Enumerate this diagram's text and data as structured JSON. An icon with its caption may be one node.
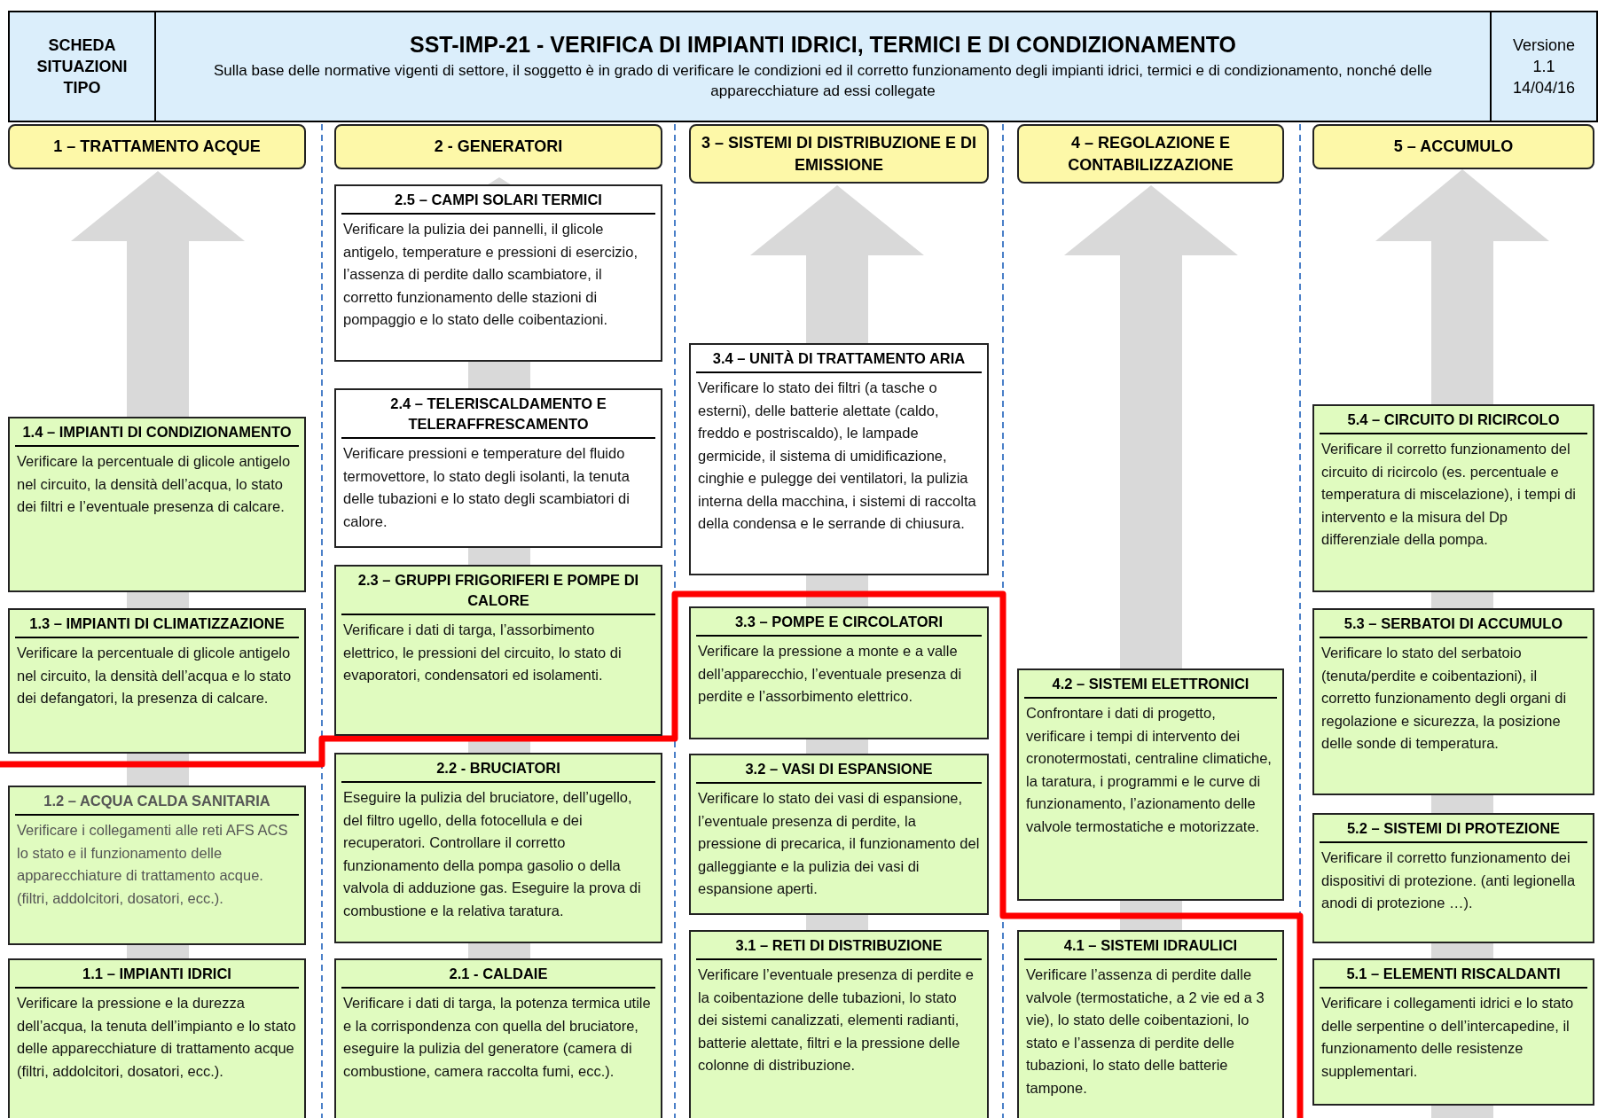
{
  "diagram": {
    "nodes": [
      {
        "text": [
          "SCHEDA SITUAZIONI TIPO"
        ]
      },
      {
        "text": [
          "SST-IMP-21 - VERIFICA DI IMPIANTI IDRICI, TERMICI E DI CONDIZIONAMENTO",
          "Sulla base delle normative vigenti di settore, il soggetto è in grado di verificare le condizioni ed il corretto funzionamento degli impianti idrici, termici e di condizionamento, nonché delle apparecchiature ad essi collegate"
        ]
      },
      {
        "text": [
          "Versione",
          "1.1",
          "14/04/16"
        ]
      },
      {
        "text": [
          "1 – TRATTAMENTO ACQUE"
        ]
      },
      {
        "text": [
          "1.4 – IMPIANTI DI CONDIZIONAMENTO",
          "Verificare la percentuale di glicole antigelo nel circuito, la densità dell’acqua, lo stato dei filtri e l’eventuale presenza di calcare."
        ]
      },
      {
        "text": [
          "1.3 – IMPIANTI DI CLIMATIZZAZIONE",
          "Verificare la percentuale di glicole antigelo nel circuito, la densità dell’acqua e lo stato dei defangatori, la presenza di calcare."
        ]
      },
      {
        "text": [
          "1.2 – ACQUA CALDA SANITARIA",
          "Verificare i collegamenti alle reti AFS ACS lo stato e il funzionamento delle apparecchiature di trattamento acque. (filtri, addolcitori, dosatori, ecc.)."
        ]
      },
      {
        "text": [
          "1.1 – IMPIANTI IDRICI",
          "Verificare la pressione e la durezza dell’acqua, la tenuta dell’impianto e lo stato delle apparecchiature di trattamento acque (filtri, addolcitori, dosatori, ecc.)."
        ]
      },
      {
        "text": [
          "2 - GENERATORI"
        ]
      },
      {
        "text": [
          "2.5 – CAMPI SOLARI TERMICI",
          "Verificare la pulizia dei pannelli, il glicole antigelo, temperature e pressioni di esercizio, l’assenza di perdite dallo scambiatore, il corretto funzionamento delle stazioni di pompaggio e lo stato delle coibentazioni."
        ]
      },
      {
        "text": [
          "2.4 – TELERISCALDAMENTO E TELERAFFRESCAMENTO",
          "Verificare pressioni e temperature del fluido termovettore, lo stato degli isolanti, la tenuta delle tubazioni e lo stato degli scambiatori di calore."
        ]
      },
      {
        "text": [
          "2.3 – GRUPPI FRIGORIFERI E POMPE DI CALORE",
          "Verificare i dati di targa, l’assorbimento elettrico, le pressioni del circuito, lo stato di evaporatori, condensatori ed isolamenti."
        ]
      },
      {
        "text": [
          "2.2 - BRUCIATORI",
          "Eseguire la pulizia del bruciatore, dell’ugello, del filtro ugello, della fotocellula e dei recuperatori. Controllare il corretto funzionamento della pompa gasolio o della valvola di adduzione gas. Eseguire la prova di combustione e la relativa taratura."
        ]
      },
      {
        "text": [
          "2.1 - CALDAIE",
          "Verificare i dati di targa, la potenza termica utile e la corrispondenza con quella del bruciatore, eseguire la pulizia del generatore (camera di combustione, camera raccolta fumi, ecc.)."
        ]
      },
      {
        "text": [
          "3 – SISTEMI DI DISTRIBUZIONE E DI EMISSIONE"
        ]
      },
      {
        "text": [
          "3.4 – UNITÀ DI TRATTAMENTO ARIA",
          "Verificare lo stato dei filtri (a tasche o esterni), delle batterie alettate (caldo, freddo e postriscaldo), le lampade germicide, il sistema di umidificazione, cinghie e pulegge dei ventilatori, la pulizia interna della macchina, i sistemi di raccolta della condensa e le serrande di chiusura."
        ]
      },
      {
        "text": [
          "3.3 – POMPE E CIRCOLATORI",
          "Verificare la pressione a monte e a valle dell’apparecchio, l’eventuale presenza di perdite e l’assorbimento elettrico."
        ]
      },
      {
        "text": [
          "3.2 – VASI DI ESPANSIONE",
          "Verificare lo stato dei vasi di espansione, l’eventuale presenza di perdite, la pressione di precarica, il funzionamento del galleggiante e la pulizia dei vasi di espansione aperti."
        ]
      },
      {
        "text": [
          "3.1 – RETI DI DISTRIBUZIONE",
          "Verificare l’eventuale presenza di perdite e la coibentazione delle tubazioni, lo stato dei sistemi canalizzati, elementi radianti, batterie alettate, filtri e la pressione delle colonne di distribuzione."
        ]
      },
      {
        "text": [
          "4 – REGOLAZIONE E CONTABILIZZAZIONE"
        ]
      },
      {
        "text": [
          "4.2 – SISTEMI ELETTRONICI",
          "Confrontare i dati di progetto, verificare i tempi di intervento dei cronotermostati, centraline climatiche, la taratura, i programmi e le curve di funzionamento, l’azionamento delle valvole termostatiche e motorizzate."
        ]
      },
      {
        "text": [
          "4.1 – SISTEMI IDRAULICI",
          "Verificare l’assenza di perdite dalle valvole (termostatiche, a 2 vie ed a 3 vie), lo stato delle coibentazioni, lo stato e l’assenza di perdite delle tubazioni, lo stato delle batterie tampone."
        ]
      },
      {
        "text": [
          "5 – ACCUMULO"
        ]
      },
      {
        "text": [
          "5.4 – CIRCUITO DI RICIRCOLO",
          "Verificare il corretto funzionamento del circuito di ricircolo (es. percentuale e temperatura di miscelazione), i tempi di intervento e la misura del Dp differenziale della pompa."
        ]
      },
      {
        "text": [
          "5.3 – SERBATOI DI ACCUMULO",
          "Verificare lo stato del serbatoio (tenuta/perdite e coibentazioni), il corretto funzionamento degli organi di regolazione e sicurezza, la posizione delle sonde di temperatura."
        ]
      },
      {
        "text": [
          "5.2 – SISTEMI DI PROTEZIONE",
          "Verificare il corretto funzionamento dei dispositivi di protezione. (anti legionella anodi di protezione …)."
        ]
      },
      {
        "text": [
          "5.1 – ELEMENTI RISCALDANTI",
          "Verificare i collegamenti idrici e lo stato delle serpentine o dell’intercapedine, il funzionamento delle resistenze supplementari."
        ]
      }
    ]
  }
}
